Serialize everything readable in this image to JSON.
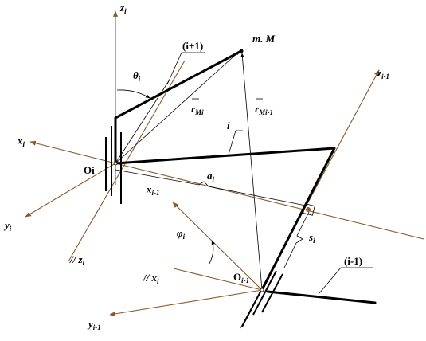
{
  "labels": {
    "z_i": {
      "main": "z",
      "sub": "i"
    },
    "z_i_minus_1": {
      "main": "z",
      "sub": "i-1"
    },
    "x_i": {
      "main": "x",
      "sub": "i"
    },
    "y_i": {
      "main": "y",
      "sub": "i"
    },
    "x_i_minus_1": {
      "main": "x",
      "sub": "i-1"
    },
    "y_i_minus_1": {
      "main": "y",
      "sub": "i-1"
    },
    "O_i": "Oi",
    "O_i_minus_1": {
      "main": "O",
      "sub": "i-1"
    },
    "link_i_plus_1": "(i+1)",
    "link_i": "i",
    "link_i_minus_1": "(i-1)",
    "point_M": "m. M",
    "r_Mi": {
      "main": "r",
      "sub": "Mi"
    },
    "r_Mi_minus_1": {
      "main": "r",
      "sub": "Mi-1"
    },
    "theta_i": {
      "main": "θ",
      "sub": "i"
    },
    "phi_i": {
      "main": "φ",
      "sub": "i"
    },
    "a_i": {
      "main": "a",
      "sub": "i"
    },
    "s_i": {
      "main": "s",
      "sub": "i"
    },
    "parallel_z_i": {
      "main": "// z",
      "sub": "i"
    },
    "parallel_x_i": {
      "main": "// x",
      "sub": "i"
    }
  },
  "colors": {
    "axis": "#8a5a2b",
    "line": "#000000",
    "marker": "#b5651d"
  }
}
